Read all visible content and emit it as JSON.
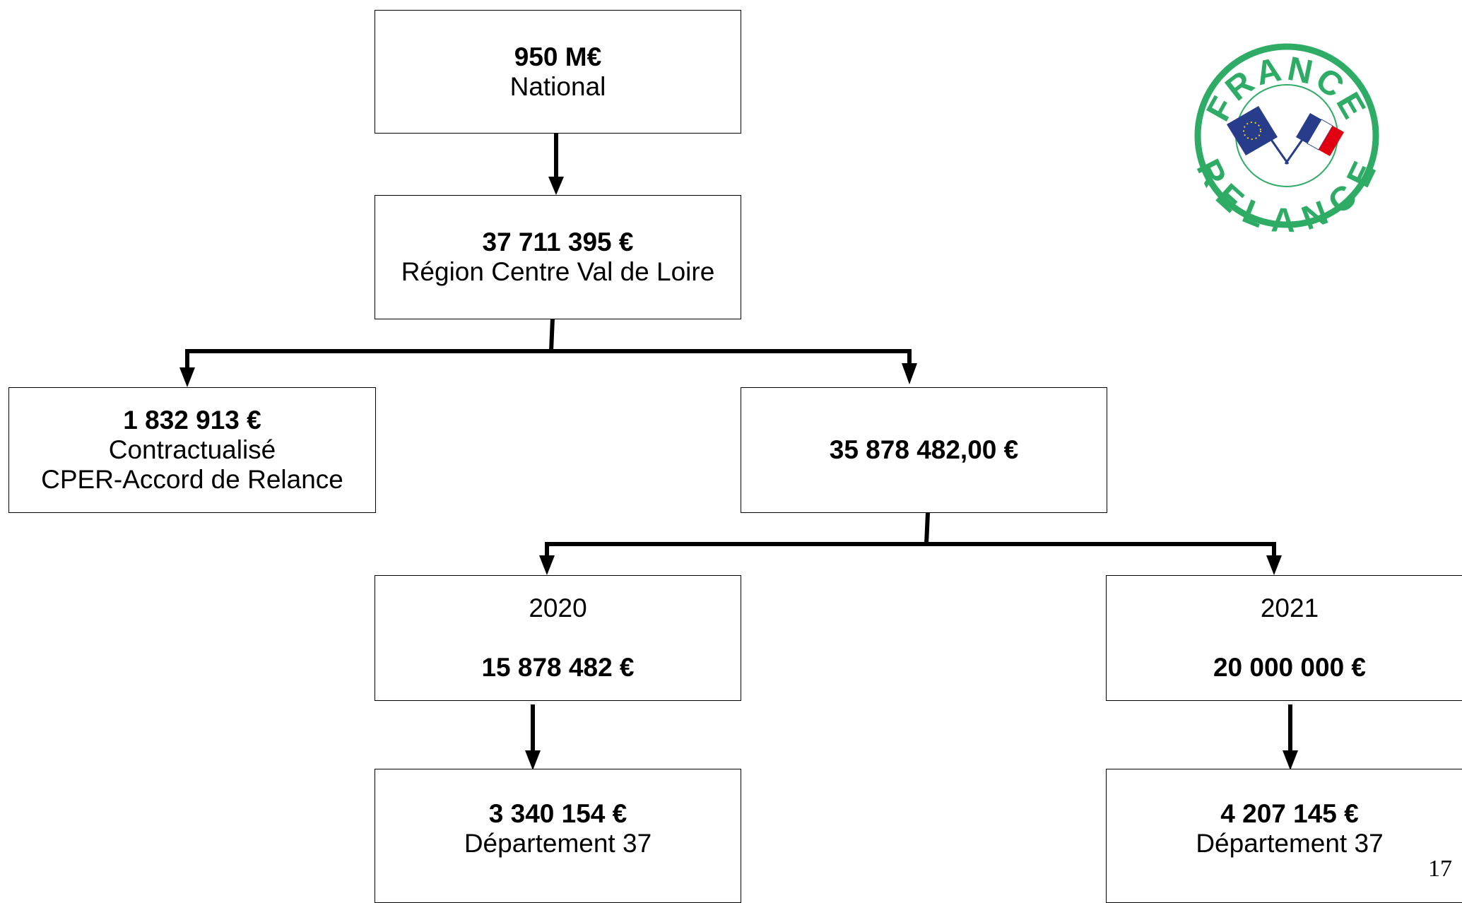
{
  "nodes": {
    "national": {
      "amount": "950 M€",
      "label": "National"
    },
    "region": {
      "amount": "37 711 395 €",
      "label": "Région Centre Val de Loire"
    },
    "contractualise": {
      "amount": "1 832 913 €",
      "line1": "Contractualisé",
      "line2": "CPER-Accord de Relance"
    },
    "non_contractualise": {
      "amount": "35 878 482,00 €"
    },
    "year_2020": {
      "year": "2020",
      "amount": "15 878 482 €"
    },
    "year_2021": {
      "year": "2021",
      "amount": "20 000 000 €"
    },
    "dept_2020": {
      "amount": "3 340 154 €",
      "label": "Département 37"
    },
    "dept_2021": {
      "amount": "4 207 145 €",
      "label": "Département 37"
    }
  },
  "logo": {
    "text_top": "FRANCE",
    "text_bottom": "RELANCE",
    "color": "#2eac66",
    "eu_blue": "#283c8c",
    "fr_blue": "#283c8c",
    "fr_red": "#e1000f"
  },
  "page_number": "17",
  "colors": {
    "line": "#000000",
    "box_border": "#000000",
    "background": "#ffffff"
  }
}
